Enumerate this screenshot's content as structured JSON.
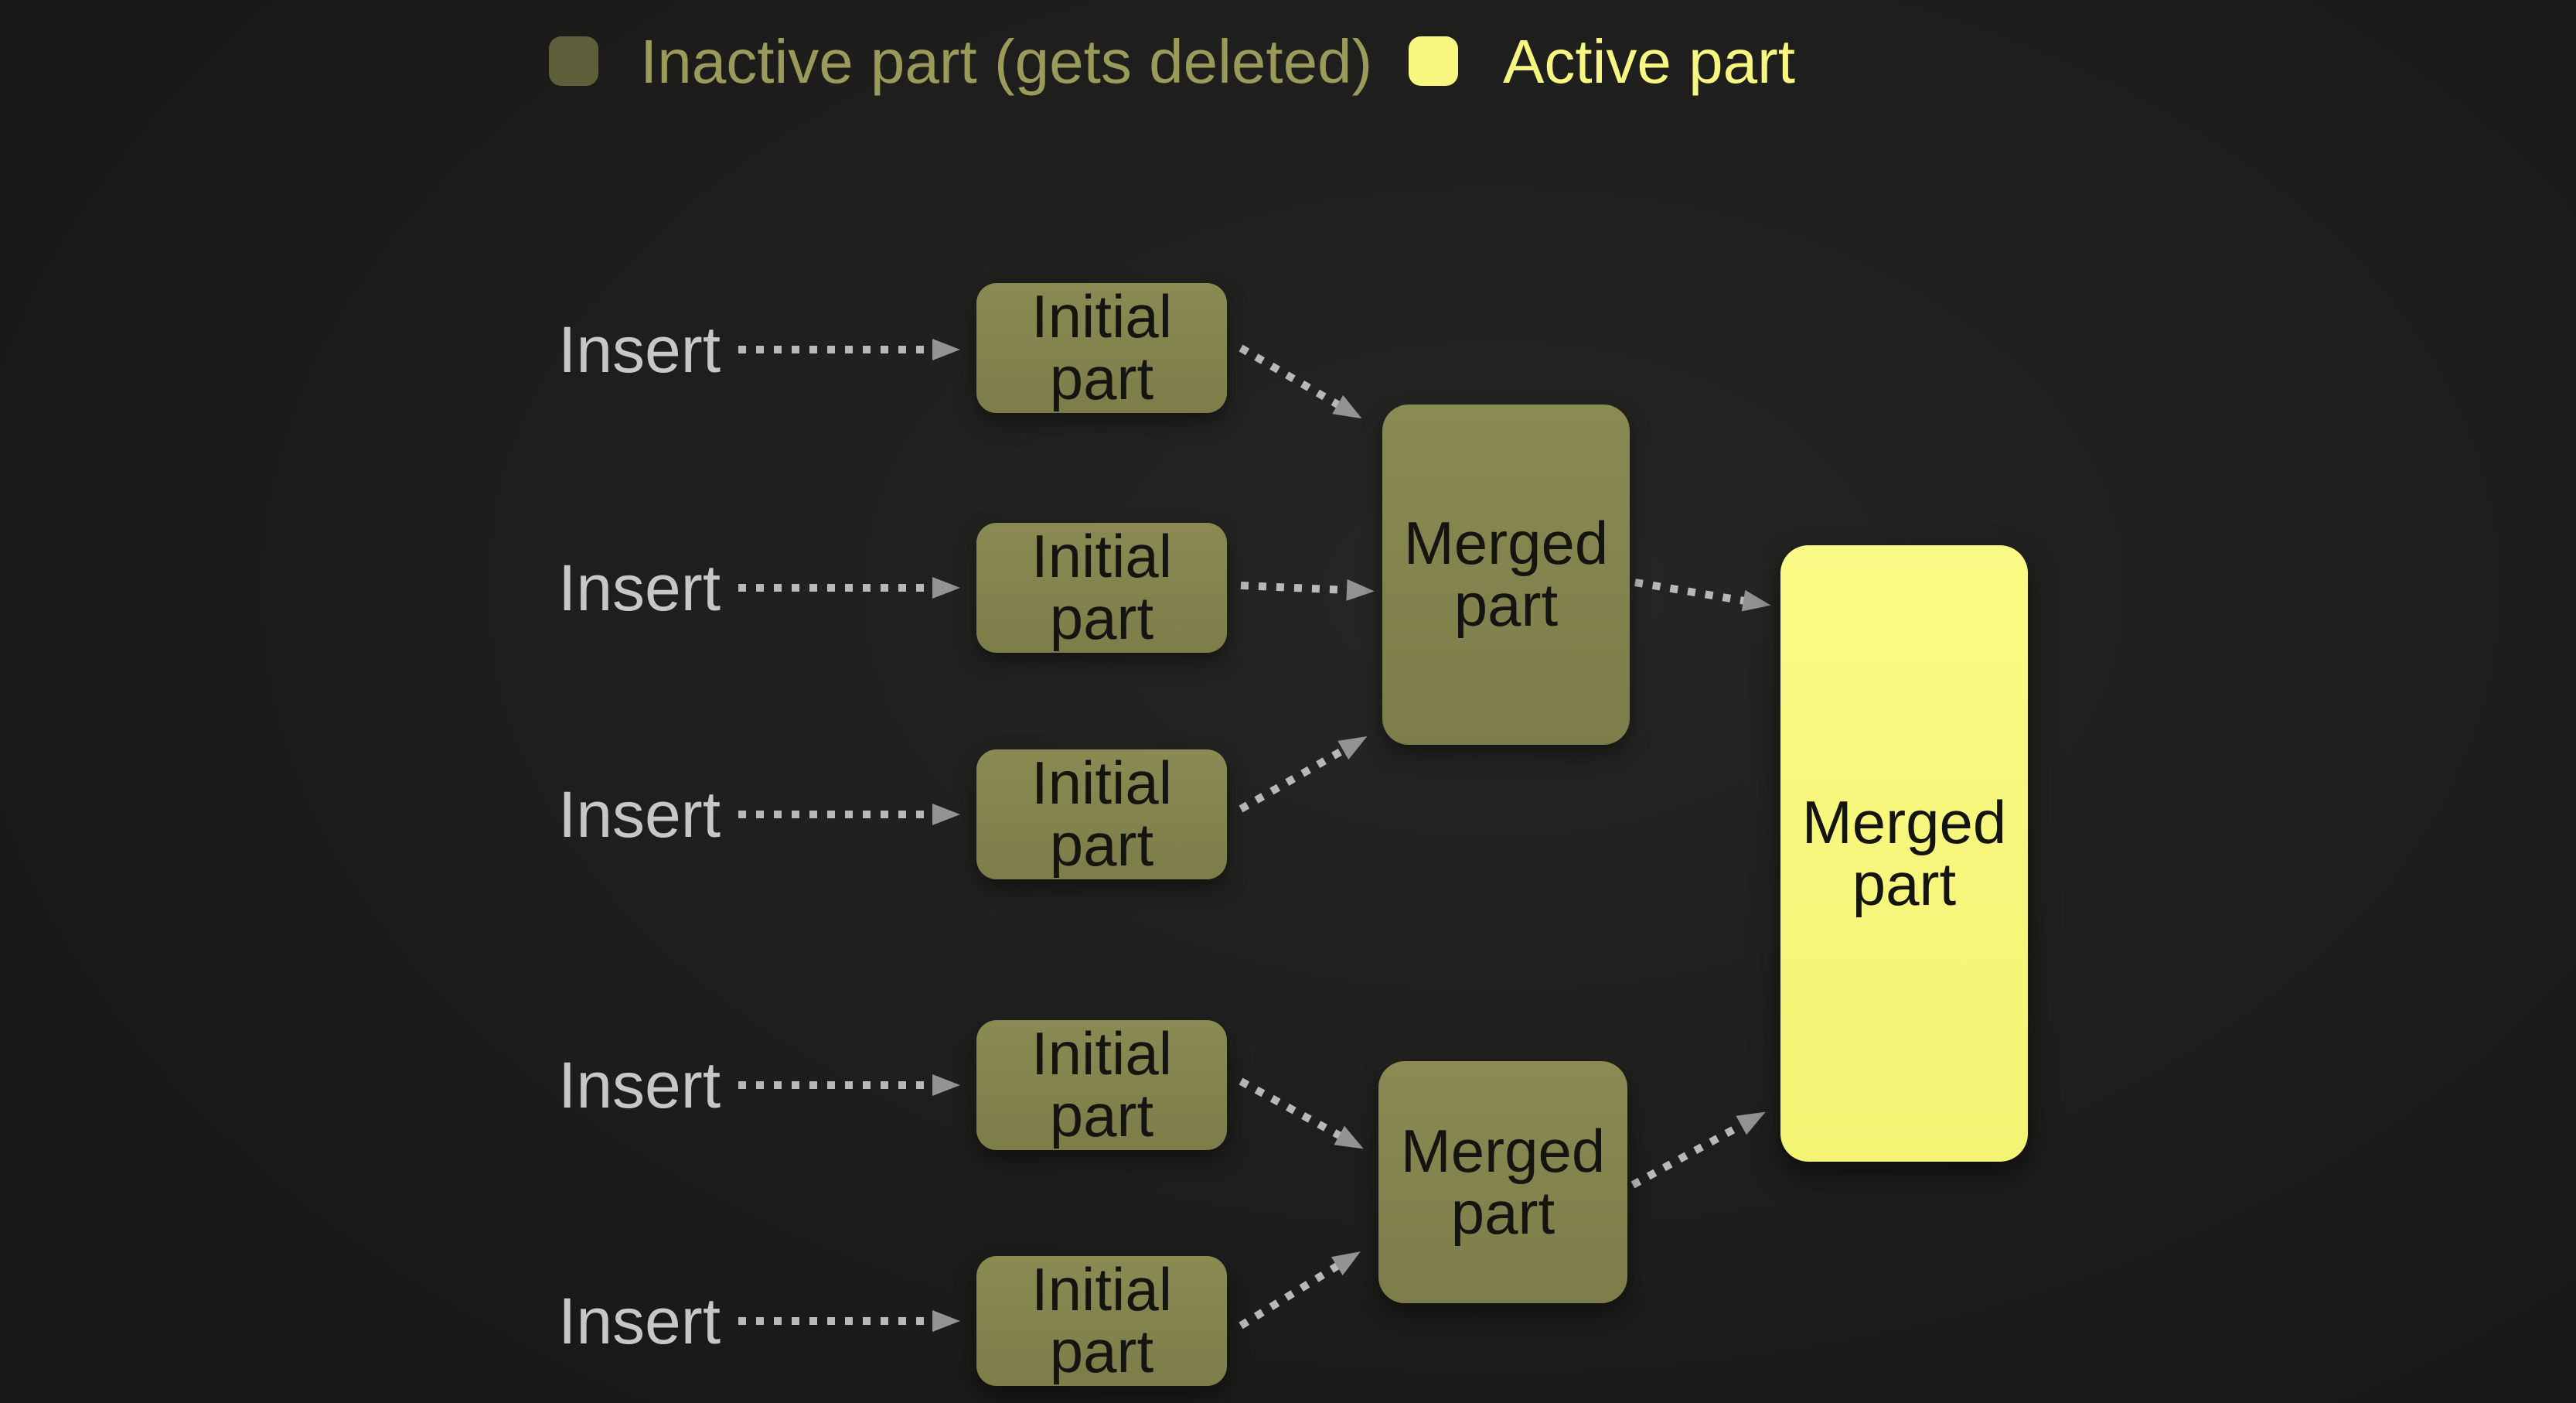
{
  "legend": {
    "inactive": {
      "label": "Inactive part (gets deleted)",
      "swatch_color": "#5e5e3a",
      "text_color": "#9a9a5b"
    },
    "active": {
      "label": "Active part",
      "swatch_color": "#f7f780",
      "text_color": "#f6f680"
    }
  },
  "colors": {
    "background": "#1e1e1c",
    "inactive_part_fill": "#83834e",
    "active_part_fill": "#f7f77e",
    "part_text": "#141410",
    "insert_text": "#c7c7c7",
    "arrow_dash": "#b8b8b8",
    "arrow_head": "#939393"
  },
  "diagram": {
    "rows": [
      {
        "insert": "Insert",
        "part": "Initial part"
      },
      {
        "insert": "Insert",
        "part": "Initial part"
      },
      {
        "insert": "Insert",
        "part": "Initial part"
      },
      {
        "insert": "Insert",
        "part": "Initial part"
      },
      {
        "insert": "Insert",
        "part": "Initial part"
      }
    ],
    "merged_groups": [
      {
        "label": "Merged part"
      },
      {
        "label": "Merged part"
      }
    ],
    "final": {
      "label": "Merged part"
    }
  }
}
